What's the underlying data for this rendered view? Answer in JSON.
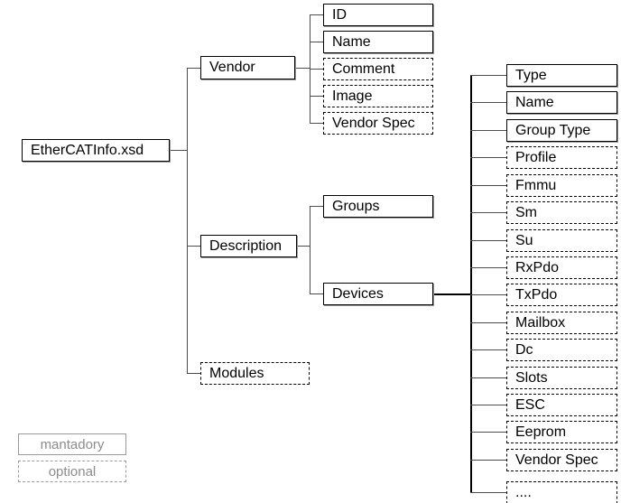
{
  "diagram": {
    "title": "EtherCATInfo.xsd",
    "root": {
      "label": "EtherCATInfo.xsd",
      "type": "mandatory"
    },
    "level1": [
      {
        "label": "Vendor",
        "type": "mandatory"
      },
      {
        "label": "Description",
        "type": "mandatory"
      },
      {
        "label": "Modules",
        "type": "optional"
      }
    ],
    "vendor_children": [
      {
        "label": "ID",
        "type": "mandatory"
      },
      {
        "label": "Name",
        "type": "mandatory"
      },
      {
        "label": "Comment",
        "type": "optional"
      },
      {
        "label": "Image",
        "type": "optional"
      },
      {
        "label": "Vendor Spec",
        "type": "optional"
      }
    ],
    "description_children": [
      {
        "label": "Groups",
        "type": "mandatory"
      },
      {
        "label": "Devices",
        "type": "mandatory"
      }
    ],
    "devices_children": [
      {
        "label": "Type",
        "type": "mandatory"
      },
      {
        "label": "Name",
        "type": "mandatory"
      },
      {
        "label": "Group Type",
        "type": "mandatory"
      },
      {
        "label": "Profile",
        "type": "optional"
      },
      {
        "label": "Fmmu",
        "type": "optional"
      },
      {
        "label": "Sm",
        "type": "optional"
      },
      {
        "label": "Su",
        "type": "optional"
      },
      {
        "label": "RxPdo",
        "type": "optional"
      },
      {
        "label": "TxPdo",
        "type": "optional"
      },
      {
        "label": "Mailbox",
        "type": "optional"
      },
      {
        "label": "Dc",
        "type": "optional"
      },
      {
        "label": "Slots",
        "type": "optional"
      },
      {
        "label": "ESC",
        "type": "optional"
      },
      {
        "label": "Eeprom",
        "type": "optional"
      },
      {
        "label": "Vendor Spec",
        "type": "optional"
      },
      {
        "label": "....",
        "type": "optional"
      }
    ],
    "legend": [
      {
        "label": "mantadory",
        "type": "mandatory"
      },
      {
        "label": "optional",
        "type": "optional"
      }
    ],
    "colors": {
      "line": "#4d4d4d",
      "line_strong": "#000000",
      "box_border": "#000000",
      "legend_text": "#8c8c8c",
      "background": "#ffffff"
    }
  }
}
